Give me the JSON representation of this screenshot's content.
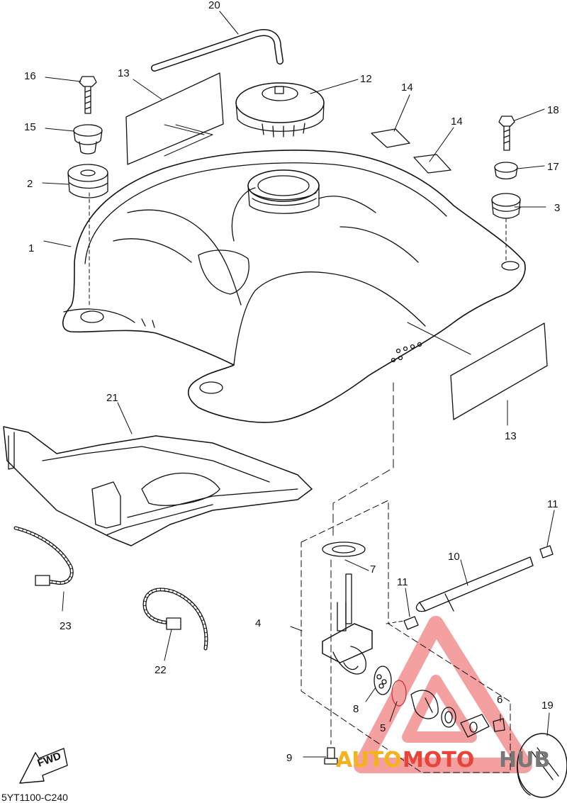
{
  "diagram": {
    "drawing_code": "5YT1100-C240",
    "fwd_label": "FWD",
    "parts": [
      {
        "ref": "1",
        "name": "fuel-tank"
      },
      {
        "ref": "2",
        "name": "damper"
      },
      {
        "ref": "3",
        "name": "damper"
      },
      {
        "ref": "4",
        "name": "fuel-cock-assembly"
      },
      {
        "ref": "5",
        "name": "o-ring"
      },
      {
        "ref": "6",
        "name": "screw"
      },
      {
        "ref": "7",
        "name": "gasket"
      },
      {
        "ref": "8",
        "name": "plate"
      },
      {
        "ref": "9",
        "name": "bolt"
      },
      {
        "ref": "10",
        "name": "fuel-hose"
      },
      {
        "ref": "11",
        "name": "clip"
      },
      {
        "ref": "12",
        "name": "fuel-cap"
      },
      {
        "ref": "13",
        "name": "tank-pad"
      },
      {
        "ref": "14",
        "name": "tank-pad-small"
      },
      {
        "ref": "15",
        "name": "collar"
      },
      {
        "ref": "16",
        "name": "bolt"
      },
      {
        "ref": "17",
        "name": "collar"
      },
      {
        "ref": "18",
        "name": "bolt"
      },
      {
        "ref": "19",
        "name": "knob"
      },
      {
        "ref": "20",
        "name": "breather-hose"
      },
      {
        "ref": "21",
        "name": "tank-cover"
      },
      {
        "ref": "22",
        "name": "band"
      },
      {
        "ref": "23",
        "name": "band"
      }
    ]
  },
  "watermark": {
    "text_auto": "AUTO",
    "text_moto": "MOTO",
    "text_hub": "HUB",
    "color_auto": "#f5b21a",
    "color_moto": "#e8443a",
    "color_hub": "#777777",
    "triangle_color": "#f08080"
  }
}
